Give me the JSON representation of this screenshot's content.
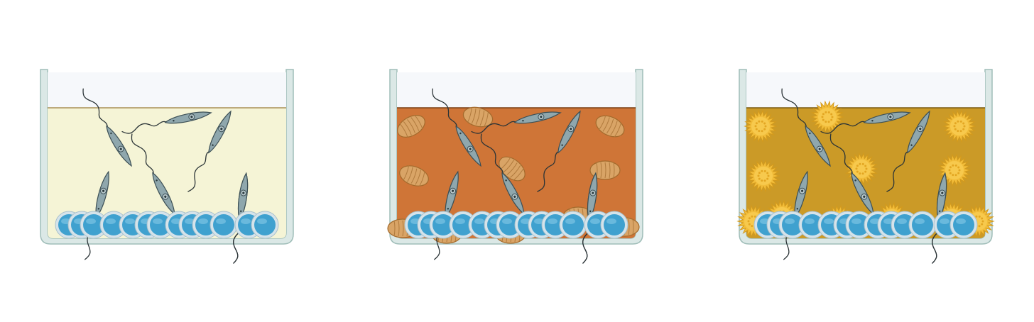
{
  "wells": [
    {
      "id": "well-1",
      "medium_color": "#f5f4d6",
      "medium_line_color": "#a98f55",
      "particle_type": "none",
      "particle_count": 0,
      "parasite_count": 7
    },
    {
      "id": "well-2",
      "medium_color": "#cf7537",
      "medium_line_color": "#7a3e12",
      "particle_type": "pollen-oval",
      "particle_color": "#d9a466",
      "particle_count": 7,
      "parasite_count": 7
    },
    {
      "id": "well-3",
      "medium_color": "#cb9a27",
      "medium_line_color": "#7a5a10",
      "particle_type": "pollen-spiky",
      "particle_color": "#f2bd3a",
      "particle_count": 7,
      "parasite_count": 7
    }
  ],
  "colors": {
    "well_wall": "#dbe8e6",
    "well_outline": "#9fbdb8",
    "headspace": "#f6f8fb",
    "cell_fill": "#3fa1cf",
    "cell_ring": "#d5e3ea",
    "parasite_body": "#8fa7ad",
    "parasite_outline": "#3c4f55",
    "flagellum": "#2b3437"
  },
  "icons": {
    "host_cell": "blue-round-cell-icon",
    "parasite": "flagellated-parasite-icon",
    "pollen_oval": "oval-pollen-grain-icon",
    "pollen_spiky": "spiky-pollen-grain-icon"
  }
}
